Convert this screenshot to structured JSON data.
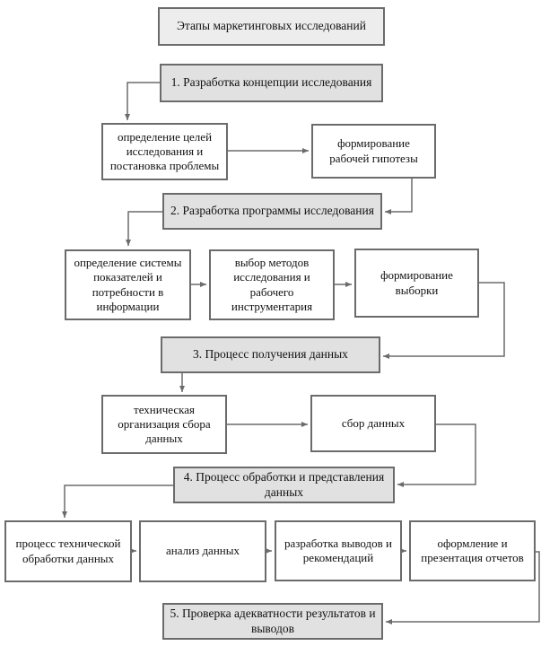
{
  "diagram": {
    "title": "Этапы маркетинговых исследований",
    "stages": {
      "stage1": "1. Разработка концепции исследования",
      "stage2": "2. Разработка программы исследования",
      "stage3": "3. Процесс получения данных",
      "stage4": "4. Процесс обработки и представления данных",
      "stage5": "5. Проверка адекватности результатов и выводов"
    },
    "steps": {
      "goal_definition": "определение целей исследования и постановка проблемы",
      "hypothesis": "формирование рабочей гипотезы",
      "indicators": "определение системы показателей и потребности в информации",
      "methods": "выбор методов исследования и рабочего инструментария",
      "sampling": "формирование выборки",
      "tech_organization": "техническая организация сбора данных",
      "data_collection": "сбор данных",
      "tech_processing": "процесс технической обработки данных",
      "analysis": "анализ данных",
      "conclusions": "разработка выводов и рекомендаций",
      "presentation": "оформление и презентация отчетов"
    },
    "colors": {
      "stage_fill": "#e1e1e1",
      "title_fill": "#ededed",
      "step_fill": "#ffffff",
      "border": "#6b6b6b",
      "line": "#6b6b6b",
      "text": "#111111"
    }
  }
}
